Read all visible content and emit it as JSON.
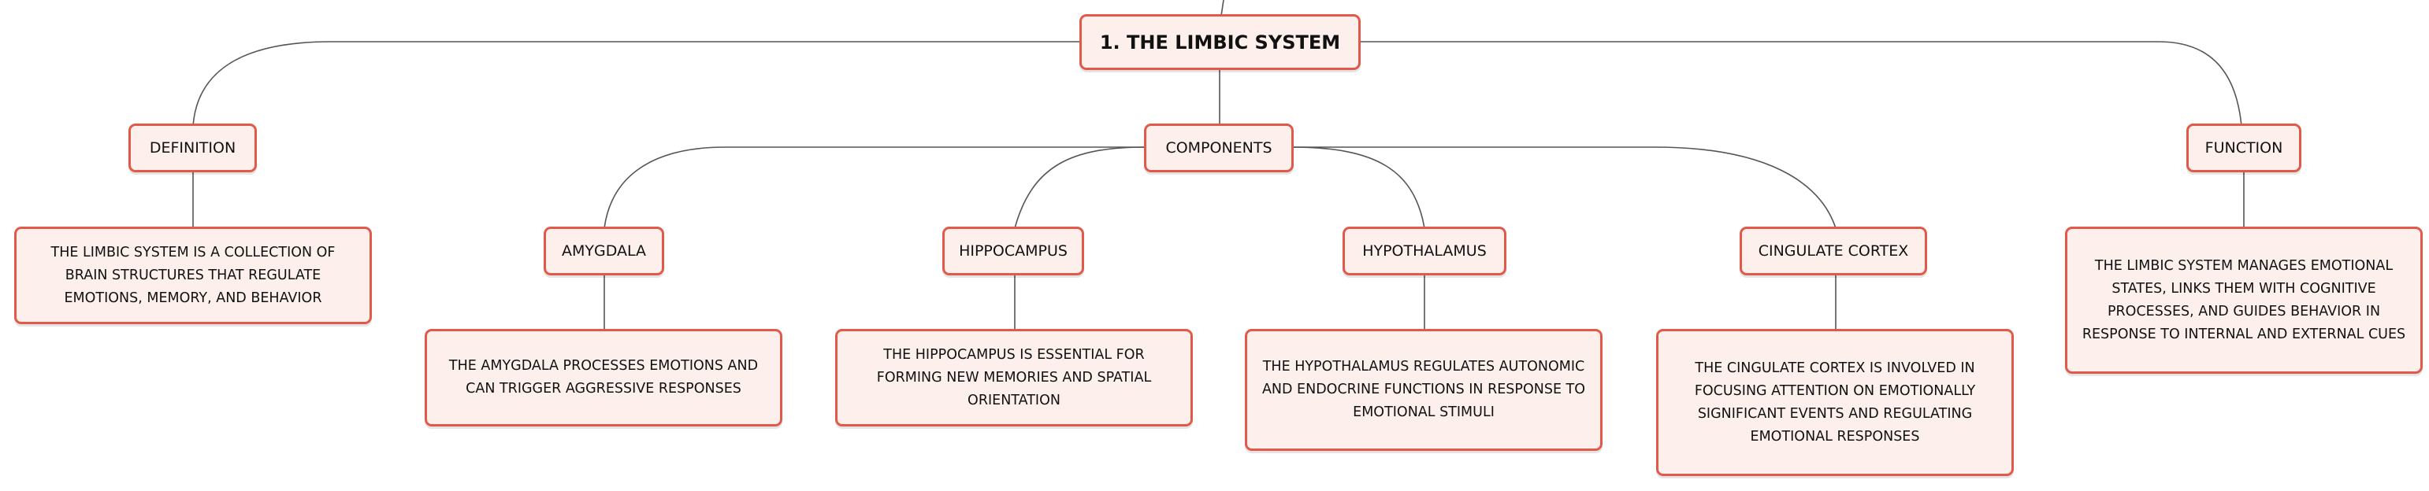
{
  "root": {
    "label": "1. THE LIMBIC SYSTEM"
  },
  "definition": {
    "label": "DEFINITION",
    "text": "THE LIMBIC SYSTEM IS A COLLECTION OF BRAIN STRUCTURES THAT REGULATE EMOTIONS, MEMORY, AND BEHAVIOR"
  },
  "components": {
    "label": "COMPONENTS",
    "items": [
      {
        "label": "AMYGDALA",
        "text": "THE AMYGDALA PROCESSES EMOTIONS AND CAN TRIGGER AGGRESSIVE RESPONSES"
      },
      {
        "label": "HIPPOCAMPUS",
        "text": "THE HIPPOCAMPUS IS ESSENTIAL FOR FORMING NEW MEMORIES AND SPATIAL ORIENTATION"
      },
      {
        "label": "HYPOTHALAMUS",
        "text": "THE HYPOTHALAMUS REGULATES AUTONOMIC AND ENDOCRINE FUNCTIONS IN RESPONSE TO EMOTIONAL STIMULI"
      },
      {
        "label": "CINGULATE CORTEX",
        "text": "THE CINGULATE CORTEX IS INVOLVED IN FOCUSING ATTENTION ON EMOTIONALLY SIGNIFICANT EVENTS AND REGULATING EMOTIONAL RESPONSES"
      }
    ]
  },
  "function": {
    "label": "FUNCTION",
    "text": "THE LIMBIC SYSTEM MANAGES EMOTIONAL STATES, LINKS THEM WITH COGNITIVE PROCESSES, AND GUIDES BEHAVIOR IN RESPONSE TO INTERNAL AND EXTERNAL CUES"
  }
}
